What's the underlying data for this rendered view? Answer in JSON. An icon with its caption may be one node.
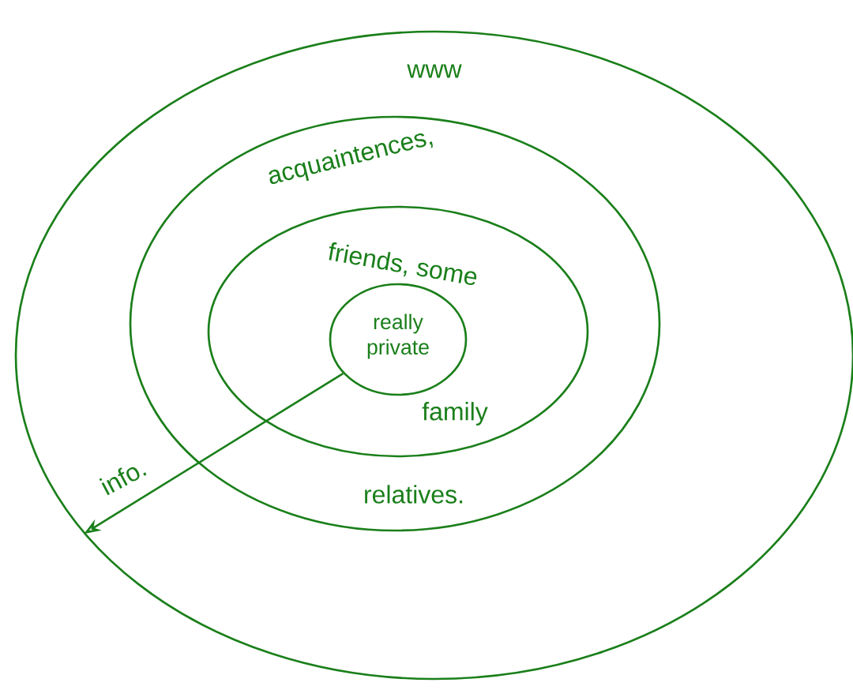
{
  "diagram": {
    "nodes": [
      {
        "text": [
          "www"
        ]
      },
      {
        "text": [
          "acquaintences,",
          "relatives."
        ],
        "in": 0
      },
      {
        "text": [
          "friends, some",
          "family"
        ],
        "in": 1
      },
      {
        "text": [
          "really private"
        ],
        "in": 2
      }
    ],
    "edges": [
      {
        "from": 3,
        "to": 0,
        "arrow": "to",
        "label": "info."
      }
    ]
  }
}
